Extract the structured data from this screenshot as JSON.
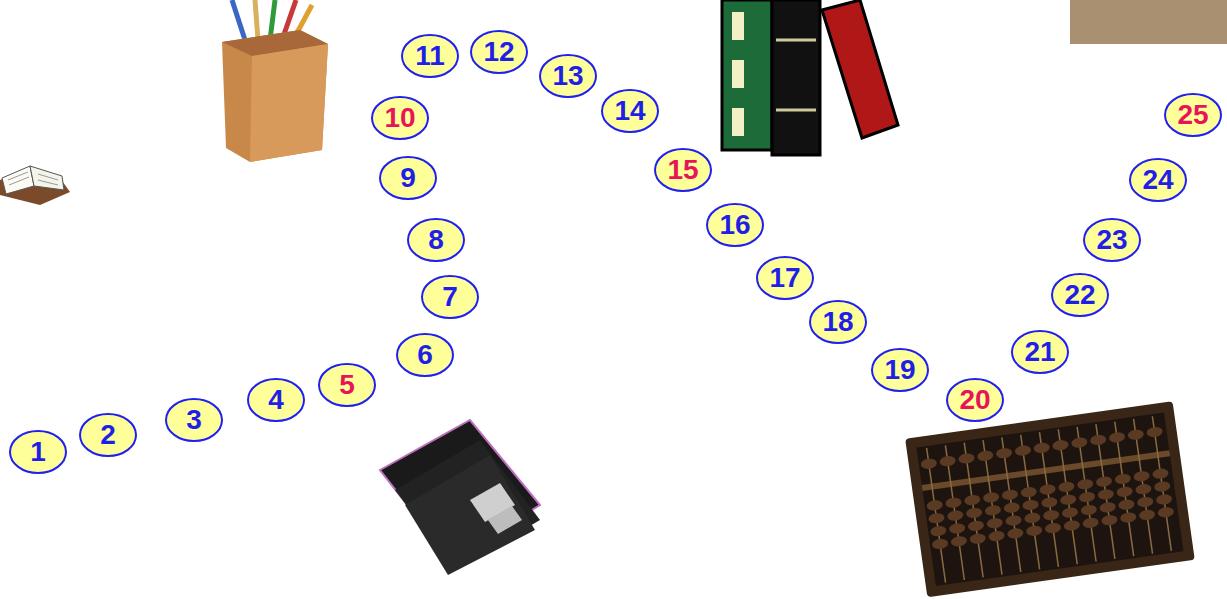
{
  "diagram": {
    "nodes": [
      {
        "text": [
          "1"
        ]
      },
      {
        "text": [
          "2"
        ]
      },
      {
        "text": [
          "3"
        ]
      },
      {
        "text": [
          "4"
        ]
      },
      {
        "text": [
          "5"
        ]
      },
      {
        "text": [
          "6"
        ]
      },
      {
        "text": [
          "7"
        ]
      },
      {
        "text": [
          "8"
        ]
      },
      {
        "text": [
          "9"
        ]
      },
      {
        "text": [
          "10"
        ]
      },
      {
        "text": [
          "11"
        ]
      },
      {
        "text": [
          "12"
        ]
      },
      {
        "text": [
          "13"
        ]
      },
      {
        "text": [
          "14"
        ]
      },
      {
        "text": [
          "15"
        ]
      },
      {
        "text": [
          "16"
        ]
      },
      {
        "text": [
          "17"
        ]
      },
      {
        "text": [
          "18"
        ]
      },
      {
        "text": [
          "19"
        ]
      },
      {
        "text": [
          "20"
        ]
      },
      {
        "text": [
          "21"
        ]
      },
      {
        "text": [
          "22"
        ]
      },
      {
        "text": [
          "23"
        ]
      },
      {
        "text": [
          "24"
        ]
      },
      {
        "text": [
          "25"
        ]
      }
    ]
  }
}
